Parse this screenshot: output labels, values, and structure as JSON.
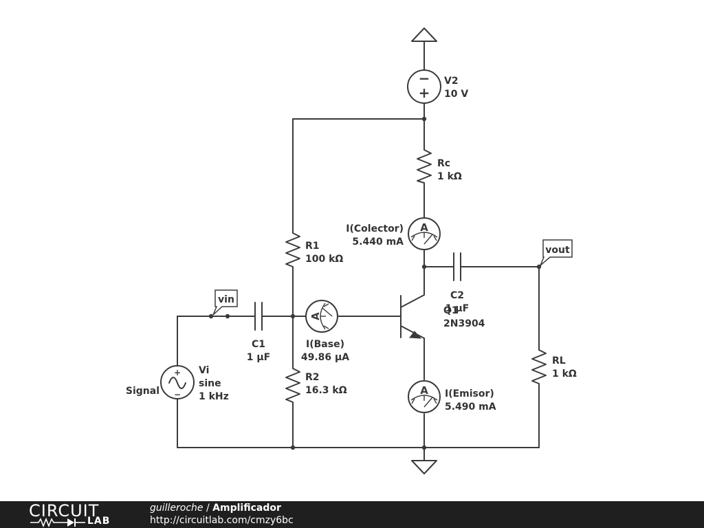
{
  "colors": {
    "wire": "#3a3a3a",
    "footer_bg": "#1f1f1f",
    "footer_text": "#ffffff",
    "background": "#ffffff"
  },
  "schematic": {
    "v2": {
      "name": "V2",
      "value": "10 V",
      "icon": "dc-voltage-source-icon"
    },
    "rc": {
      "name": "Rc",
      "value": "1 kΩ",
      "icon": "resistor-icon"
    },
    "r1": {
      "name": "R1",
      "value": "100 kΩ",
      "icon": "resistor-icon"
    },
    "r2": {
      "name": "R2",
      "value": "16.3 kΩ",
      "icon": "resistor-icon"
    },
    "rl": {
      "name": "RL",
      "value": "1 kΩ",
      "icon": "resistor-icon"
    },
    "c1": {
      "name": "C1",
      "value": "1 µF",
      "icon": "capacitor-icon"
    },
    "c2": {
      "name": "C2",
      "value": "1 µF",
      "icon": "capacitor-icon"
    },
    "q1": {
      "name": "Q1",
      "model": "2N3904",
      "icon": "npn-transistor-icon"
    },
    "vi": {
      "name": "Vi",
      "wave": "sine",
      "freq": "1 kHz",
      "side_label": "Signal",
      "icon": "ac-source-icon"
    },
    "ammeters": {
      "collector": {
        "name": "I(Colector)",
        "value": "5.440 mA",
        "glyph": "A"
      },
      "base": {
        "name": "I(Base)",
        "value": "49.86 µA",
        "glyph": "A"
      },
      "emitter": {
        "name": "I(Emisor)",
        "value": "5.490 mA",
        "glyph": "A"
      }
    },
    "probes": {
      "vin": "vin",
      "vout": "vout"
    },
    "source_signs": {
      "minus": "−",
      "plus": "+"
    }
  },
  "footer": {
    "logo_top": "CIRCUIT",
    "logo_bottom": "LAB",
    "author": "guilleroche",
    "separator": " / ",
    "title": "Amplificador",
    "url": "http://circuitlab.com/cmzy6bc"
  }
}
